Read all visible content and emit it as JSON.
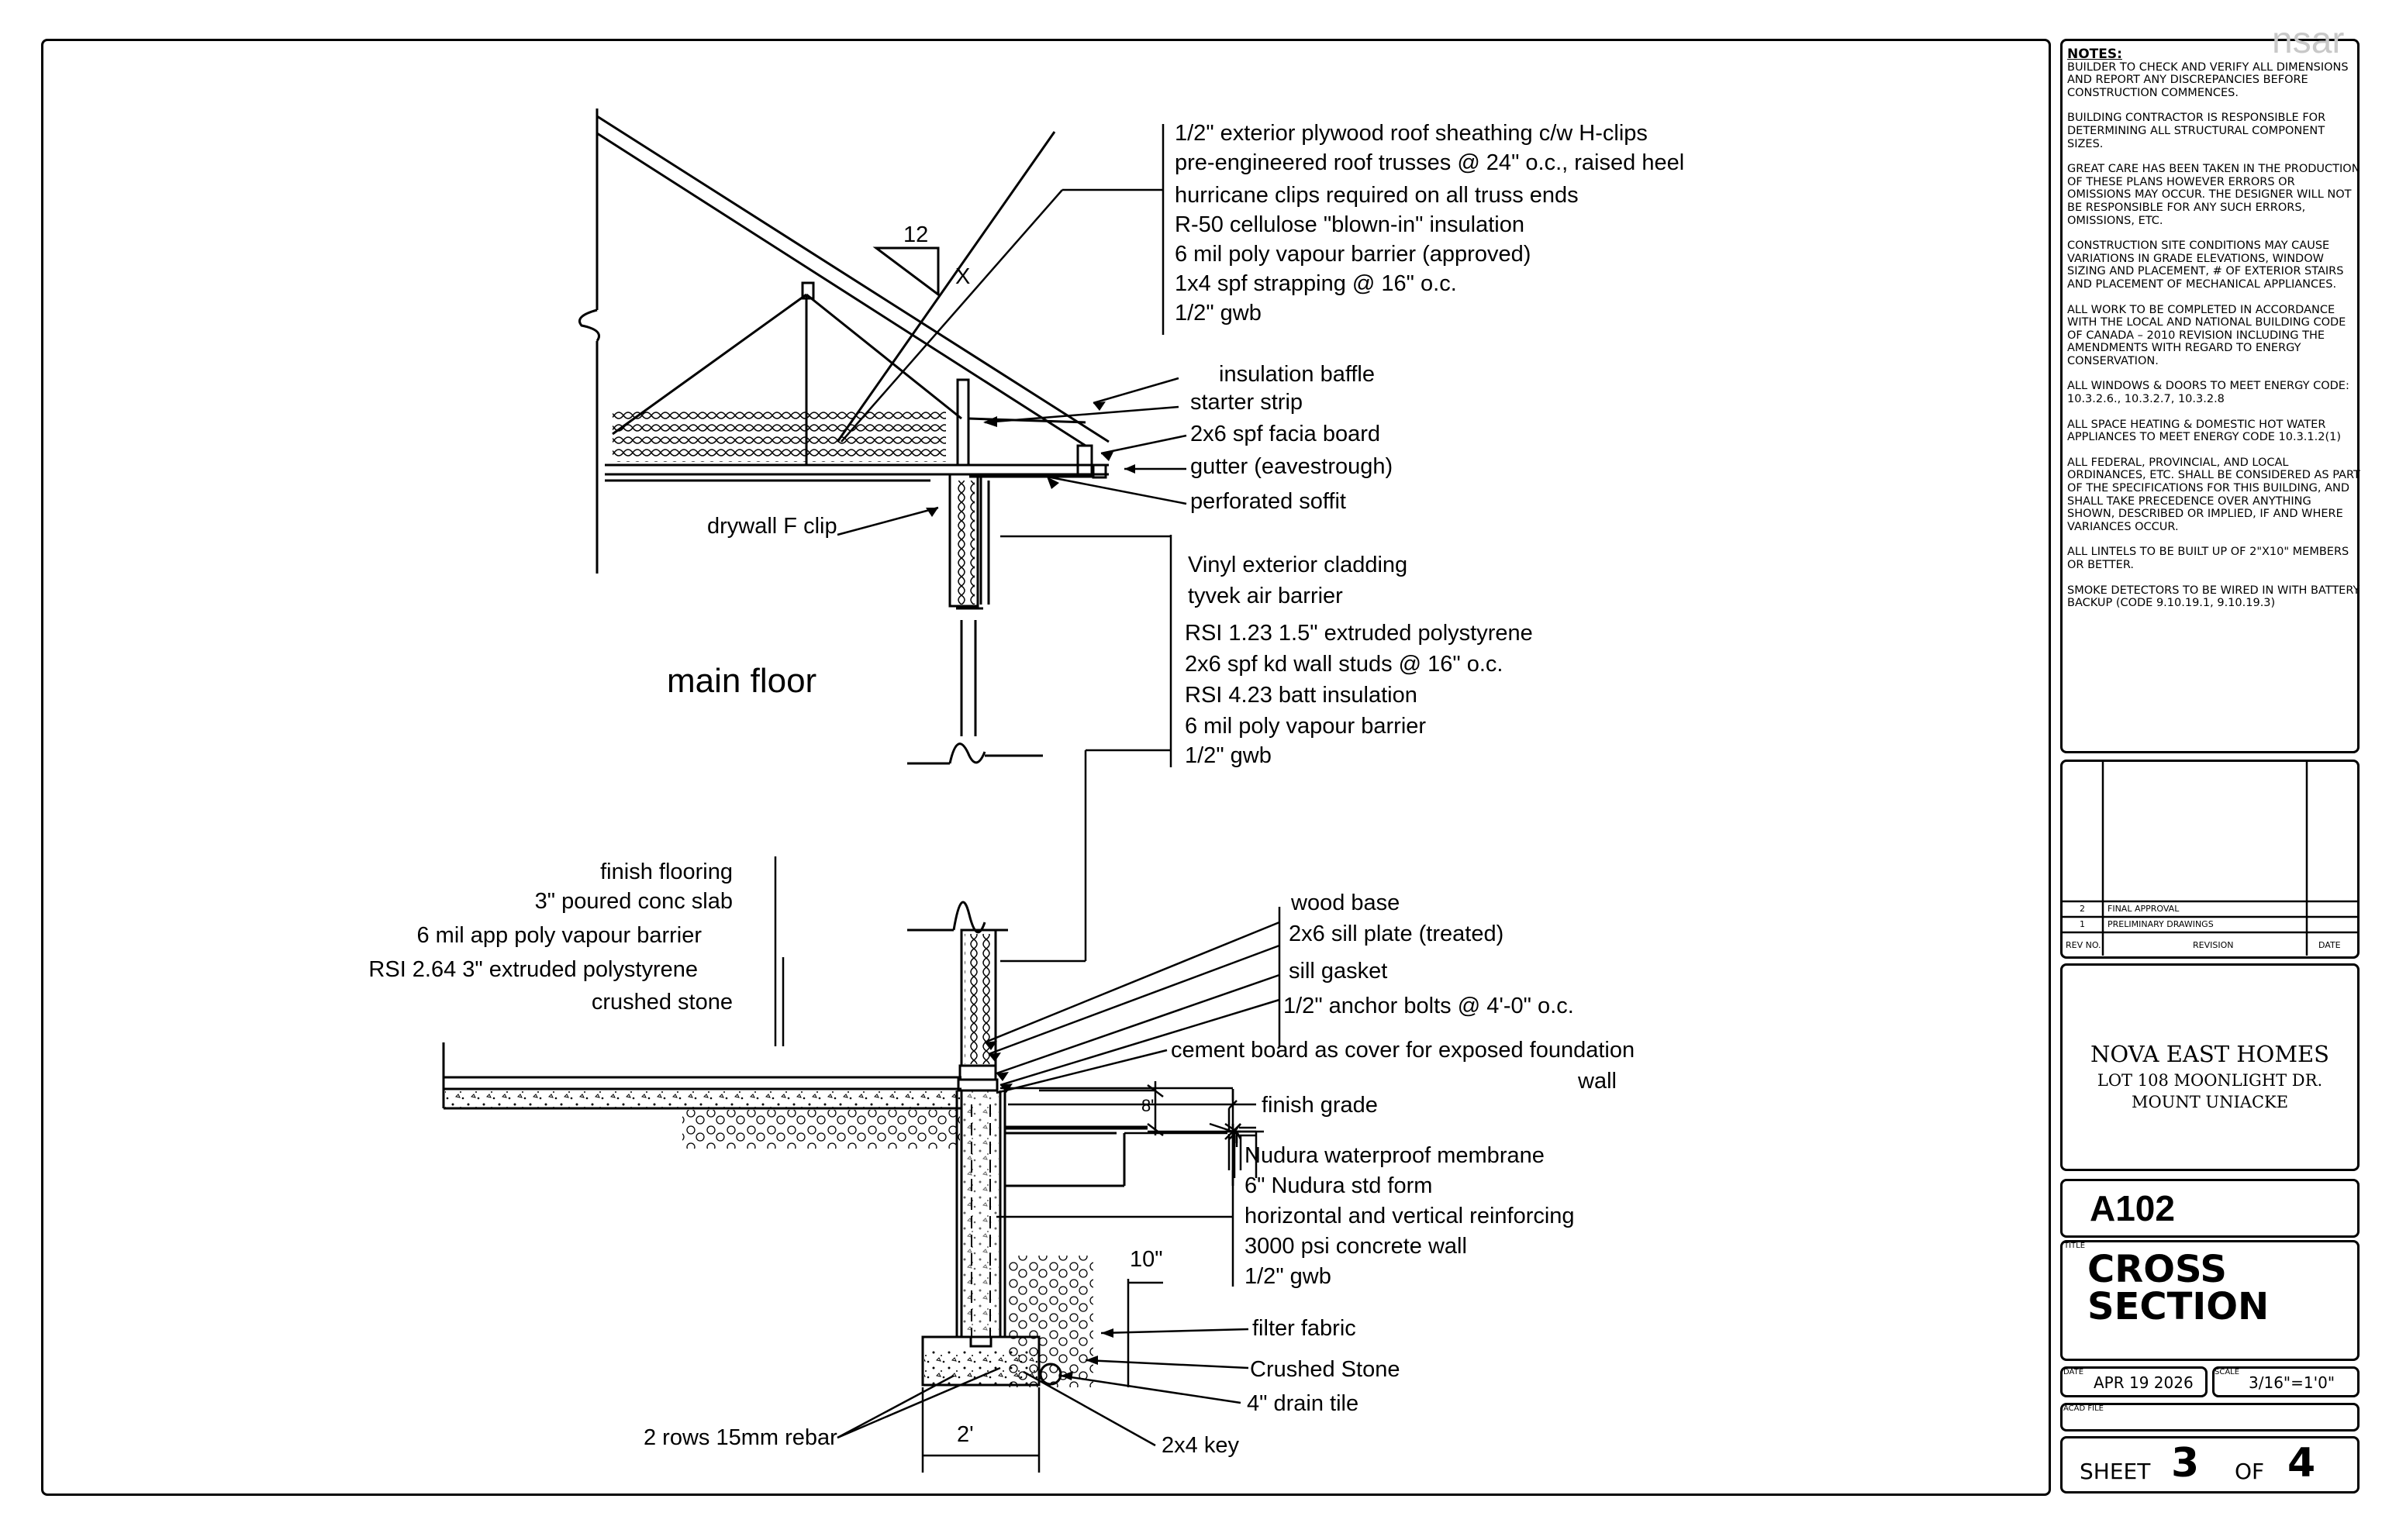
{
  "roof_labels": [
    "1/2\" exterior plywood roof sheathing c/w H-clips",
    "pre-engineered roof trusses @ 24\" o.c., raised heel",
    "hurricane clips required on all truss ends",
    "R-50 cellulose \"blown-in\" insulation",
    "6 mil poly vapour barrier (approved)",
    "1x4 spf strapping @ 16\" o.c.",
    "1/2\" gwb"
  ],
  "pitch": {
    "run": "12",
    "rise": "X"
  },
  "eave_labels": [
    "insulation baffle",
    "starter strip",
    "2x6 spf facia board",
    "gutter (eavestrough)",
    "perforated soffit"
  ],
  "drywall_clip": "drywall F clip",
  "wall_labels": [
    "Vinyl exterior cladding",
    "tyvek air barrier",
    "RSI 1.23  1.5\" extruded polystyrene",
    "2x6 spf kd wall studs @ 16\" o.c.",
    "RSI 4.23 batt insulation",
    "6 mil poly vapour barrier",
    "1/2\" gwb"
  ],
  "main_floor": "main floor",
  "slab_labels": [
    "finish flooring",
    "3\" poured conc slab",
    "6 mil app poly vapour barrier",
    "RSI 2.64 3\" extruded polystyrene",
    "crushed stone"
  ],
  "sill_labels": [
    "wood base",
    "2x6 sill plate (treated)",
    "sill gasket",
    "1/2\" anchor bolts @ 4'-0\" o.c."
  ],
  "cement_board": {
    "line1": "cement board as cover for exposed foundation",
    "line2": "wall"
  },
  "dim_8": "8\"",
  "finish_grade": "finish grade",
  "foundation_labels": [
    "Nudura waterproof membrane",
    "6\" Nudura std form",
    "horizontal and vertical reinforcing",
    "3000 psi concrete wall",
    "1/2\" gwb"
  ],
  "dim_10": "10\"",
  "footing_labels": [
    "filter fabric",
    "Crushed Stone",
    "4\" drain tile"
  ],
  "rebar": "2 rows 15mm rebar",
  "dim_2": "2'",
  "key": "2x4 key",
  "watermark": "nsar",
  "notes": {
    "heading": "NOTES:",
    "items": [
      "Builder to check and  verify all dimensions and report any discrepancies before construction commences.",
      "Building contractor is responsible for determining all structural component sizes.",
      "Great care has been taken in the production of these plans however errors or omissions may occur. The designer will not be responsible for any such errors, omissions, etc.",
      "Construction site conditions may cause variations in grade elevations, window sizing and placement, # of exterior stairs and placement of mechanical appliances.",
      "All work to be completed in accordance with the local and National Building Code of Canada – 2010 revision including the amendments with regard to energy conservation.",
      "All windows & doors to meet energy code: 10.3.2.6., 10.3.2.7, 10.3.2.8",
      "All space heating & domestic hot water appliances to meet energy code 10.3.1.2(1)",
      "All federal, provincial, and local ordinances, etc. shall be considered as part of the specifications for this building, and shall take precedence over anything shown, described or implied, if and where variances occur.",
      "All lintels to be built up of 2\"x10\" members or better.",
      "Smoke detectors to be wired in with battery backup (code 9.10.19.1, 9.10.19.3)"
    ]
  },
  "revisions": {
    "rows": [
      {
        "no": "2",
        "desc": "FINAL APPROVAL"
      },
      {
        "no": "1",
        "desc": "PRELIMINARY DRAWINGS"
      }
    ],
    "header": {
      "no": "REV NO.",
      "desc": "REVISION",
      "date": "DATE"
    }
  },
  "company": {
    "name": "NOVA EAST HOMES",
    "address1": "LOT 108 MOONLIGHT DR.",
    "address2": "MOUNT UNIACKE"
  },
  "drawing_no": "A102",
  "title_caption": "TITLE",
  "title_line1": "CROSS",
  "title_line2": "SECTION",
  "date_caption": "DATE",
  "date": "APR 19 2026",
  "scale_caption": "SCALE",
  "scale": "3/16\"=1'0\"",
  "acad_caption": "ACAD FILE",
  "sheet": {
    "label": "SHEET",
    "number": "3",
    "of_label": "OF",
    "total": "4"
  }
}
